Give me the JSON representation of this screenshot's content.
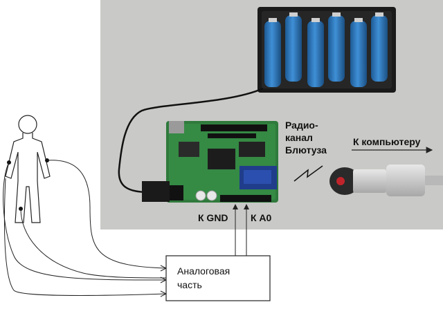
{
  "labels": {
    "radio_line1": "Радио-",
    "radio_line2": "канал",
    "radio_line3": "Блютуза",
    "to_computer": "К компьютеру",
    "gnd": "К GND",
    "a0": "К А0",
    "analog_line1": "Аналоговая",
    "analog_line2": "часть"
  },
  "colors": {
    "photo_bg": "#c9c9c7",
    "board": "#2f7a3c",
    "battery_body": "#2b73b8",
    "battery_holder": "#1a1a1a",
    "usb_plug": "#cfcfcf",
    "line": "#222222"
  }
}
